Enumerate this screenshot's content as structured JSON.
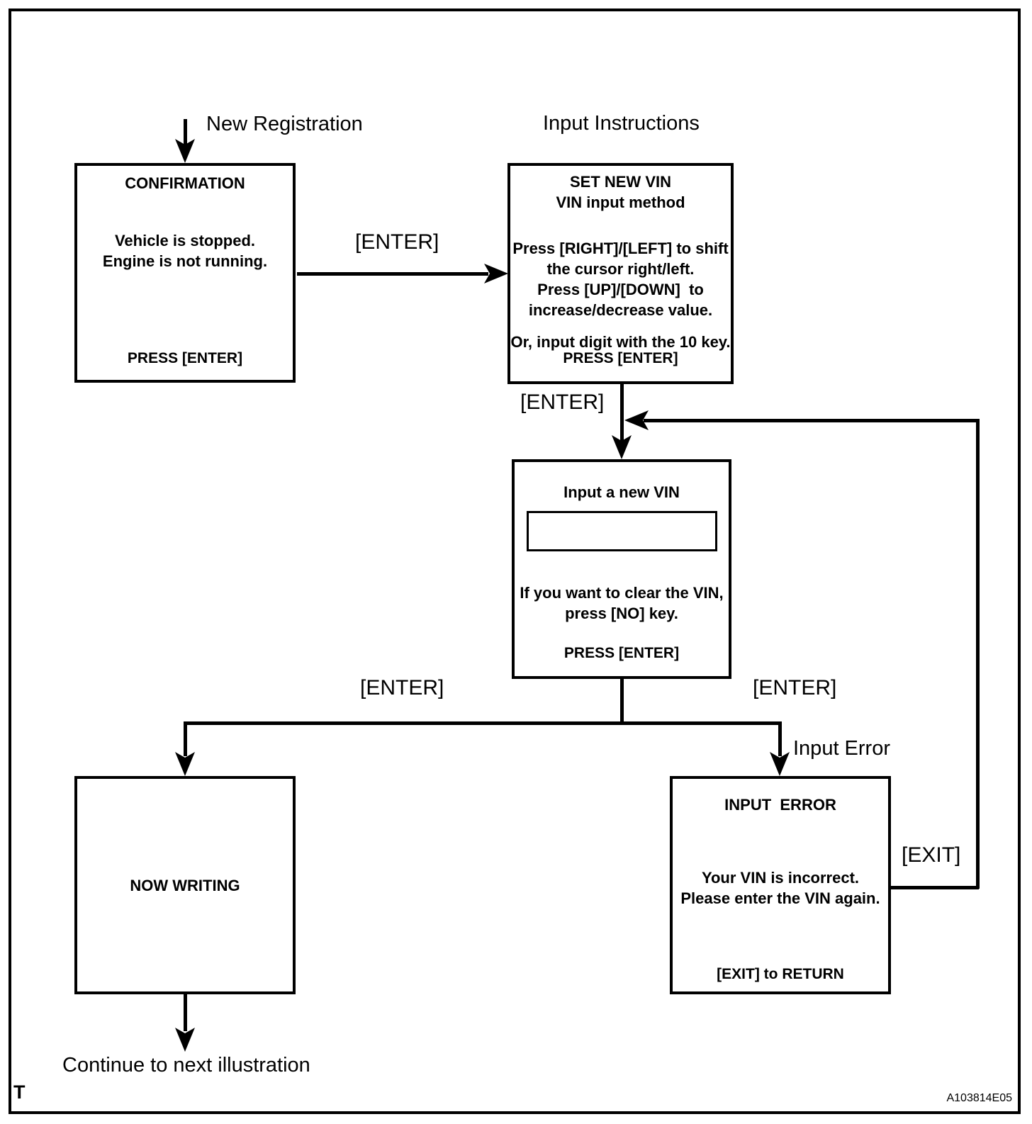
{
  "page": {
    "corner_mark": "T",
    "figure_code": "A103814E05",
    "background": "#ffffff",
    "line_color": "#000000"
  },
  "labels": {
    "new_registration": "New Registration",
    "input_instructions": "Input Instructions",
    "enter_confirm_to_set": "[ENTER]",
    "enter_set_to_input": "[ENTER]",
    "enter_to_writing": "[ENTER]",
    "enter_to_error": "[ENTER]",
    "input_error": "Input Error",
    "exit": "[EXIT]",
    "continue_next": "Continue to next illustration"
  },
  "boxes": {
    "confirmation": {
      "title": "CONFIRMATION",
      "line1": "Vehicle is stopped.",
      "line2": "Engine is not running.",
      "footer": "PRESS [ENTER]"
    },
    "set_new_vin": {
      "title1": "SET NEW VIN",
      "title2": "VIN input method",
      "line1": "Press [RIGHT]/[LEFT] to shift",
      "line2": "the cursor right/left.",
      "line3": "Press [UP]/[DOWN]  to",
      "line4": "increase/decrease value.",
      "line5": "Or, input digit with the 10 key.",
      "footer": "PRESS [ENTER]"
    },
    "input_new_vin": {
      "title": "Input a new VIN",
      "vin_field_value": "",
      "line1": "If you want to clear the VIN,",
      "line2": "press [NO] key.",
      "footer": "PRESS [ENTER]"
    },
    "now_writing": {
      "title": "NOW WRITING"
    },
    "input_error": {
      "title": "INPUT  ERROR",
      "line1": "Your VIN is incorrect.",
      "line2": "Please enter the VIN again.",
      "footer": "[EXIT] to RETURN"
    }
  }
}
